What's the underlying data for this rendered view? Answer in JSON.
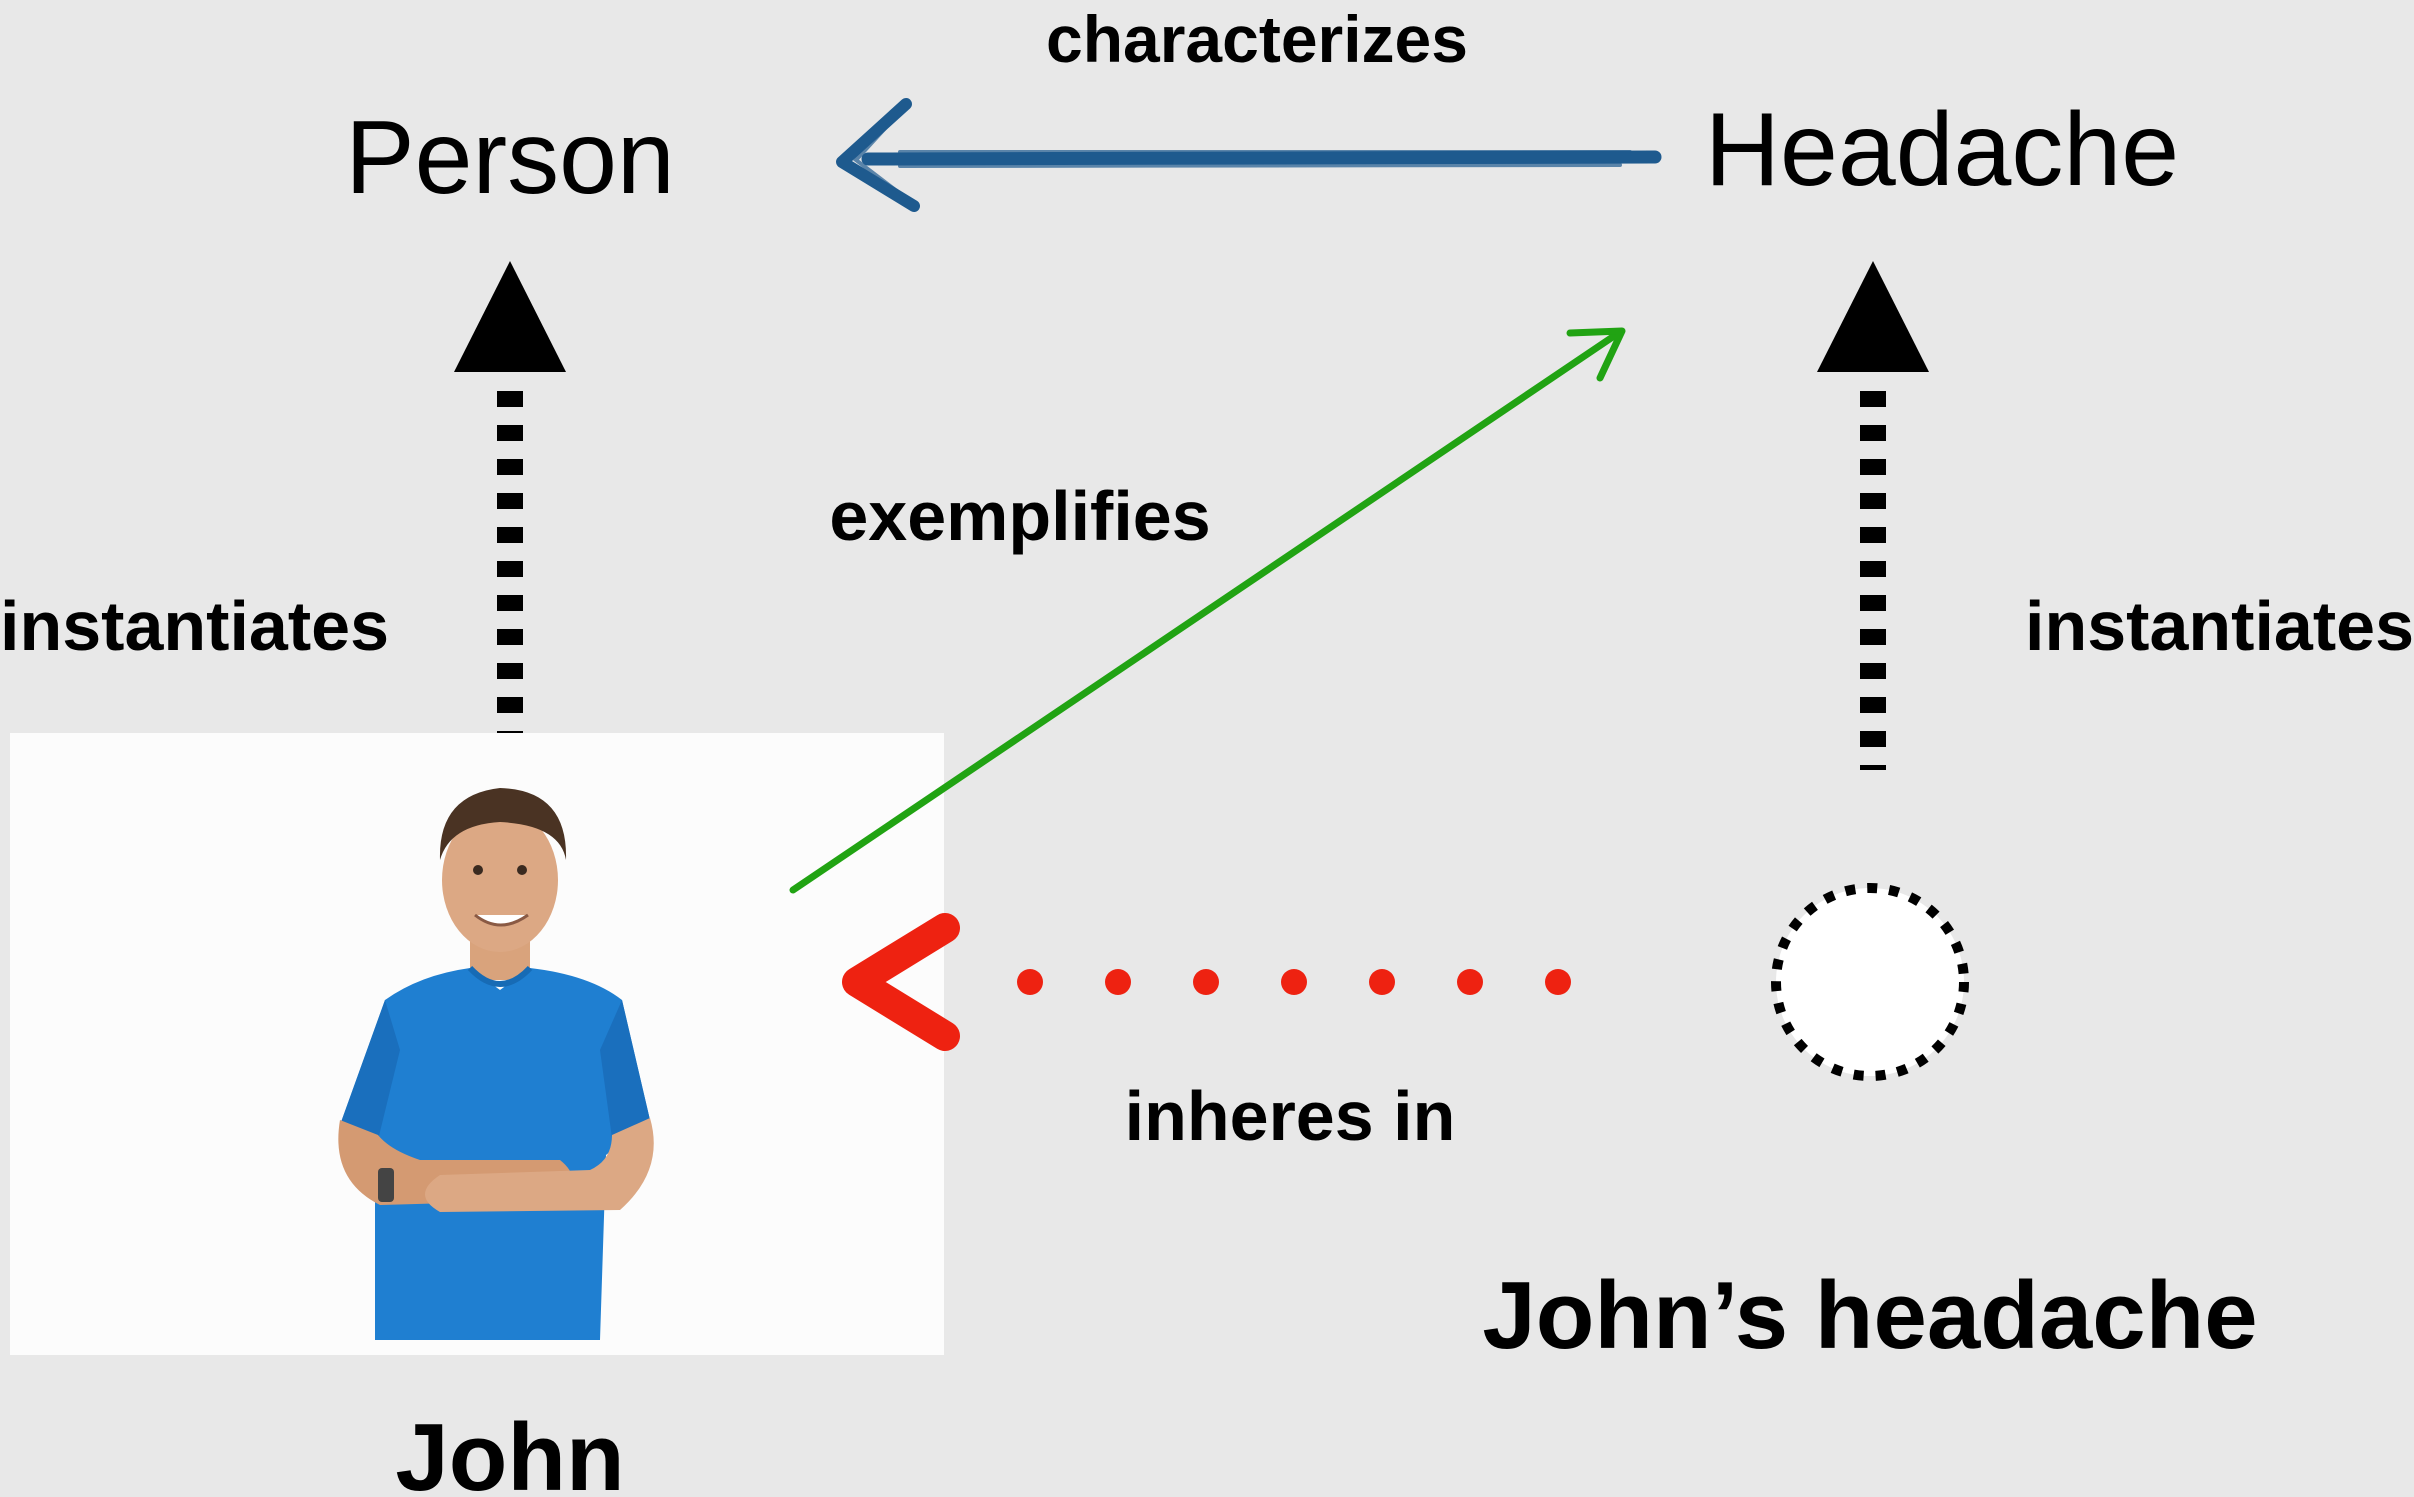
{
  "nodes": {
    "person": "Person",
    "headache": "Headache",
    "john": "John",
    "johns_headache": "John’s headache"
  },
  "relations": {
    "characterizes": "characterizes",
    "exemplifies": "exemplifies",
    "instantiates_left": "instantiates",
    "instantiates_right": "instantiates",
    "inheres_in": "inheres in"
  },
  "colors": {
    "background": "#e8e8e8",
    "characterizes_arrow": "#1e5a8e",
    "exemplifies_arrow": "#21a313",
    "inheres_arrow": "#ee2211",
    "instantiates_arrow": "#000000",
    "shirt": "#1f7fd1"
  },
  "icons": {
    "photo": "man-in-blue-shirt-photo",
    "individual": "dotted-circle-icon"
  }
}
